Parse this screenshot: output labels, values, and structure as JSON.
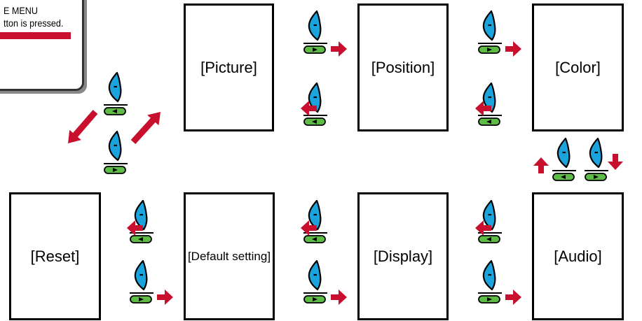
{
  "dialog": {
    "line1": "E MENU",
    "line2": "tton is pressed."
  },
  "menus": {
    "picture": "[Picture]",
    "position": "[Position]",
    "color": "[Color]",
    "reset": "[Reset]",
    "default_setting": "[Default setting]",
    "display": "[Display]",
    "audio": "[Audio]"
  },
  "colors": {
    "arrow": "#c8102e",
    "dial": "#1aa3dd",
    "button": "#5dbb46"
  },
  "icons": [
    "dial-icon",
    "left-button-icon",
    "right-button-icon",
    "arrow-right-icon",
    "arrow-left-icon",
    "arrow-up-icon",
    "arrow-down-icon"
  ]
}
